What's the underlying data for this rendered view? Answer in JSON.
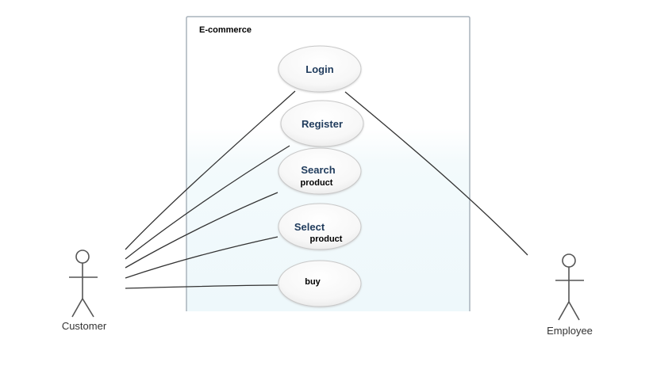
{
  "system": {
    "title": "E-commerce"
  },
  "use_cases": {
    "login": "Login",
    "register": "Register",
    "search_line1": "Search",
    "search_line2": "product",
    "select_line1": "Select",
    "select_line2": "product",
    "buy": "buy"
  },
  "actors": {
    "customer": "Customer",
    "employee": "Employee"
  },
  "colors": {
    "boundary_stroke": "#a9b3bc",
    "boundary_fill_bottom": "#eef8fb",
    "ellipse_stroke": "#c8c8c8",
    "primary_label": "#1f3b5c"
  }
}
